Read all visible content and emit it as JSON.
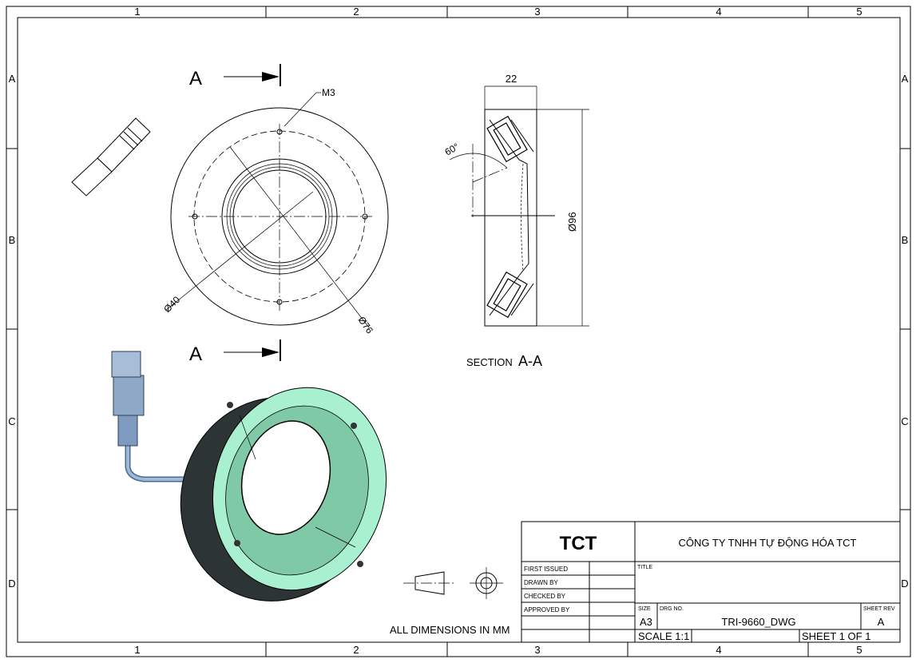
{
  "sheet": {
    "columns": [
      "1",
      "2",
      "3",
      "4",
      "5"
    ],
    "rows": [
      "A",
      "B",
      "C",
      "D"
    ]
  },
  "front_view": {
    "section_label_top": "A",
    "section_label_bottom": "A",
    "thread_callout": "M3",
    "inner_diameter": "Ø40",
    "bolt_circle_diameter": "Ø76"
  },
  "section_view": {
    "width_dim": "22",
    "outer_diameter": "Ø96",
    "angle": "60°",
    "caption_prefix": "SECTION",
    "caption_id": "A-A"
  },
  "notes": {
    "units": "ALL DIMENSIONS IN MM"
  },
  "title_block": {
    "logo": "TCT",
    "company": "CÔNG TY TNHH TỰ ĐỘNG HÓA TCT",
    "first_issued": "FIRST ISSUED",
    "drawn_by": "DRAWN BY",
    "checked_by": "CHECKED BY",
    "approved_by": "APPROVED BY",
    "title_label": "TITLE",
    "size_label": "SIZE",
    "size": "A3",
    "drg_no_label": "DRG NO.",
    "drg_no": "TRI-9660_DWG",
    "sheet_rev_label": "SHEET REV",
    "sheet_rev": "A",
    "scale": "SCALE 1:1",
    "sheet": "SHEET 1 OF 1"
  },
  "colors": {
    "face": "#a8f0d0",
    "body": "#2d3436",
    "cable": "#7a9cc6"
  }
}
